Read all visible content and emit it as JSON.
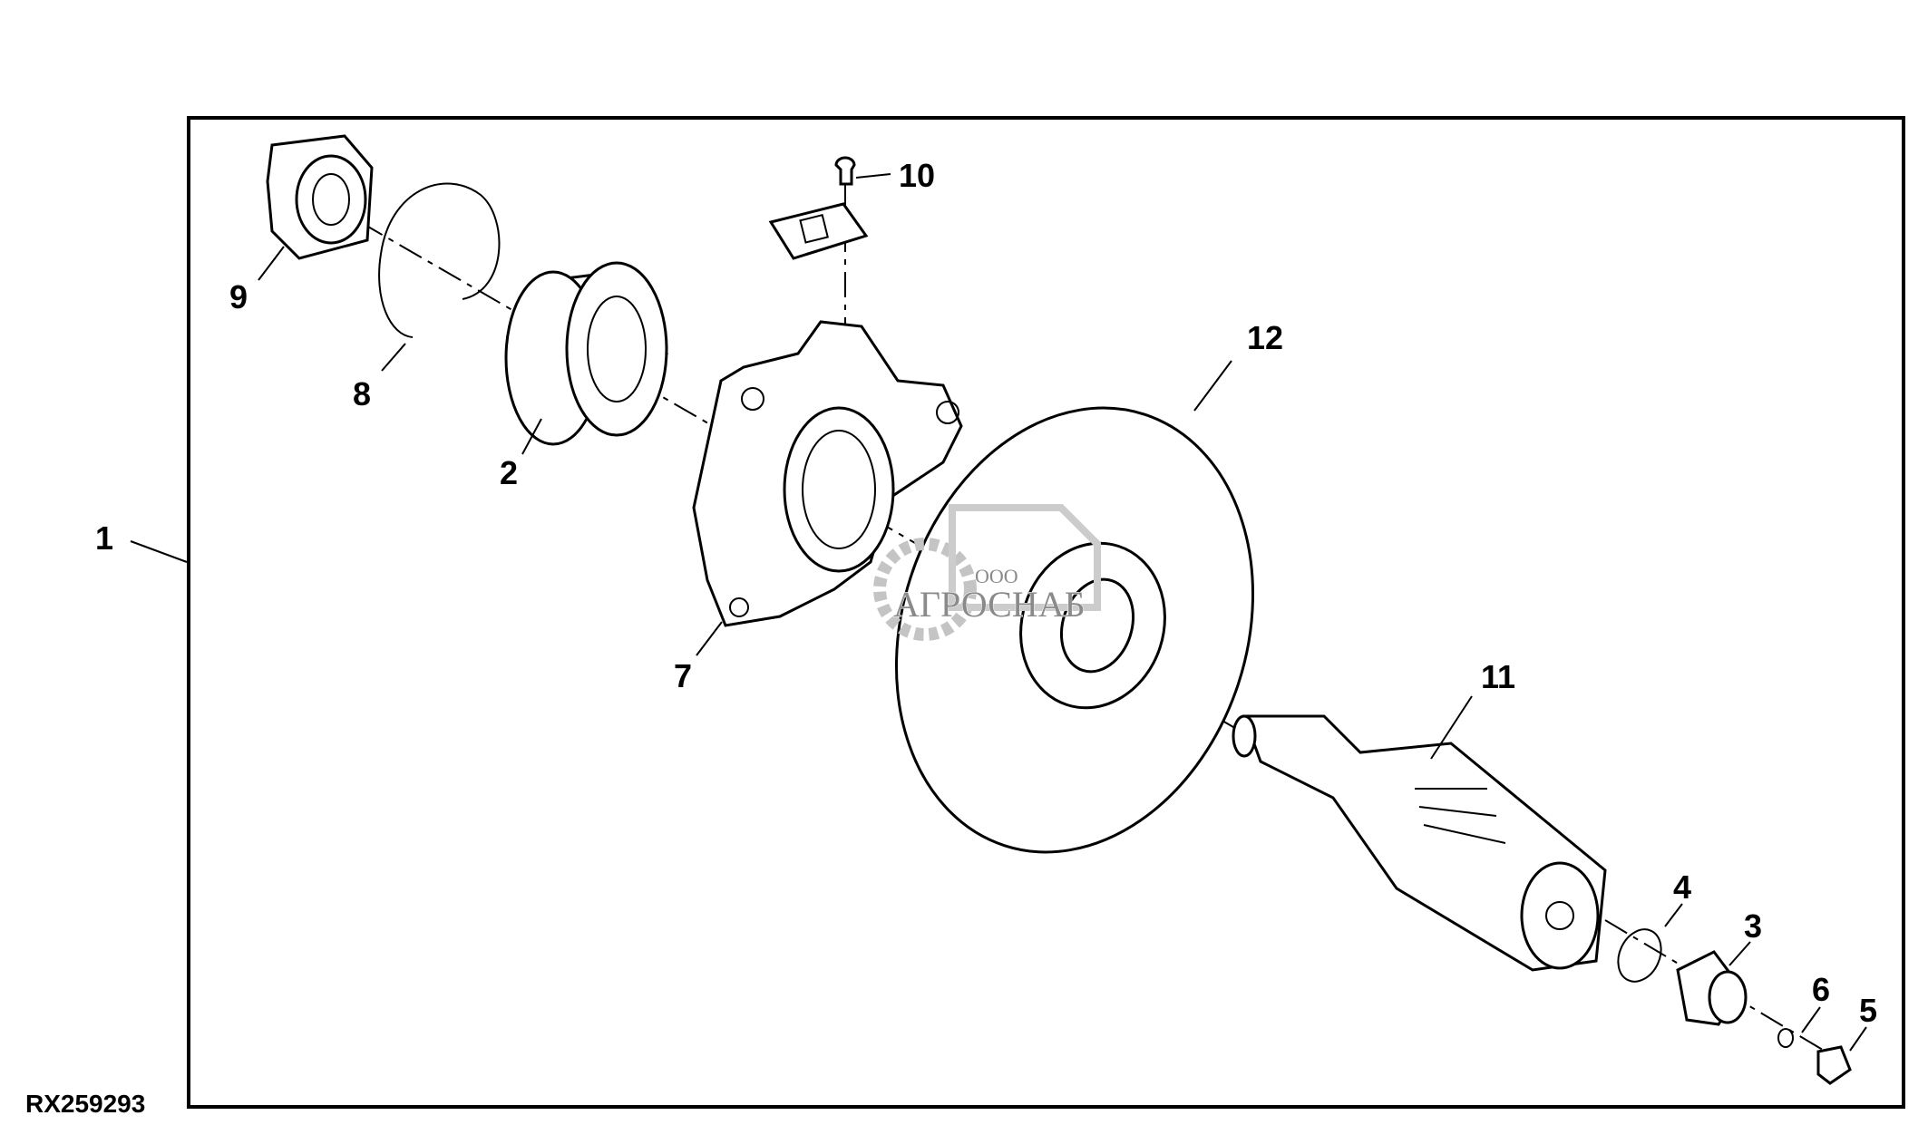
{
  "figure_id": "RX259293",
  "callouts": [
    {
      "number": "1",
      "part": "assembly"
    },
    {
      "number": "2",
      "part": "bearing"
    },
    {
      "number": "3",
      "part": "plug"
    },
    {
      "number": "4",
      "part": "o-ring"
    },
    {
      "number": "5",
      "part": "screw"
    },
    {
      "number": "6",
      "part": "washer-ring"
    },
    {
      "number": "7",
      "part": "housing"
    },
    {
      "number": "8",
      "part": "snap-ring"
    },
    {
      "number": "9",
      "part": "nut"
    },
    {
      "number": "10",
      "part": "decal-screw"
    },
    {
      "number": "11",
      "part": "shaft"
    },
    {
      "number": "12",
      "part": "disc"
    }
  ],
  "watermark": {
    "prefix": "ООО",
    "name": "АГРОСНАБ"
  }
}
